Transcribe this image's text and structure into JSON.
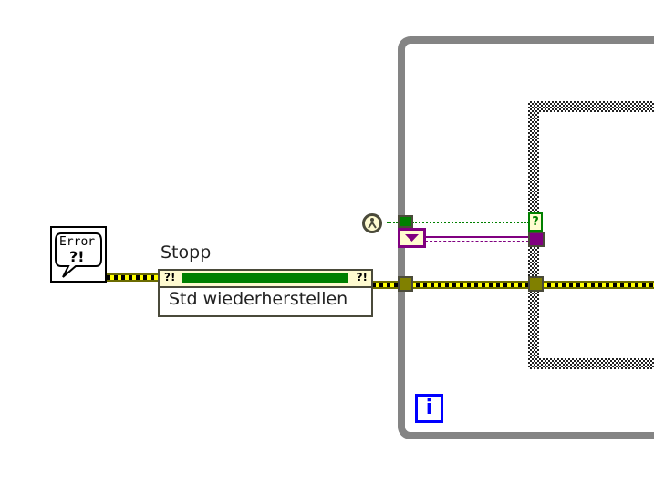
{
  "error_constant": {
    "label": "Error",
    "symbol": "?!"
  },
  "stop_node": {
    "label": "Stopp",
    "value": "Std wiederherstellen",
    "left_indicator": "?!",
    "right_indicator": "?!"
  },
  "case_selector": {
    "symbol": "?"
  },
  "iteration_terminal": {
    "label": "i"
  },
  "colors": {
    "error_wire": "#ffff00",
    "boolean_wire": "#008000",
    "enum_wire": "#800080",
    "loop_border": "#848484",
    "iteration": "#0000ff"
  }
}
